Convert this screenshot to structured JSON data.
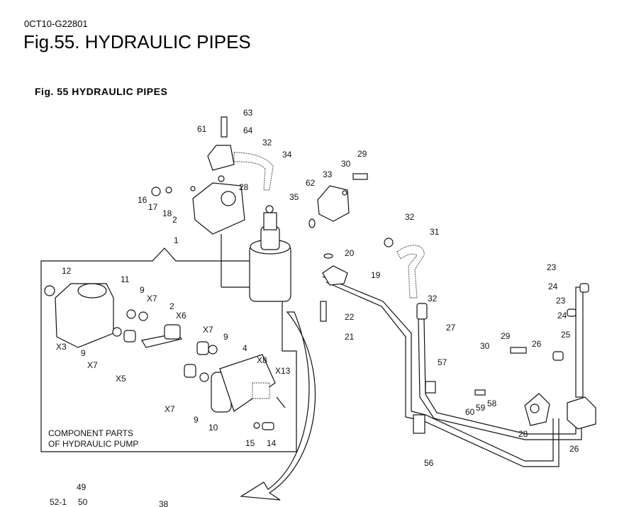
{
  "document_code": "0CT10-G22801",
  "page_title": "Fig.55.  HYDRAULIC PIPES",
  "figure_caption": "Fig. 55   HYDRAULIC PIPES",
  "inset_caption": [
    "COMPONENT PARTS",
    "OF HYDRAULIC PUMP"
  ],
  "callouts": [
    "63",
    "64",
    "61",
    "32",
    "34",
    "28",
    "16",
    "17",
    "18",
    "2",
    "1",
    "35",
    "62",
    "33",
    "30",
    "29",
    "32",
    "31",
    "20",
    "19",
    "22",
    "21",
    "32",
    "27",
    "23",
    "24",
    "23",
    "24",
    "25",
    "29",
    "26",
    "30",
    "57",
    "58",
    "59",
    "60",
    "28",
    "26",
    "56",
    "12",
    "11",
    "9",
    "X7",
    "2",
    "X6",
    "X7",
    "9",
    "X3",
    "9",
    "X7",
    "X5",
    "4",
    "X8",
    "X13",
    "X7",
    "9",
    "10",
    "15",
    "14",
    "49",
    "52-1",
    "50",
    "38"
  ]
}
